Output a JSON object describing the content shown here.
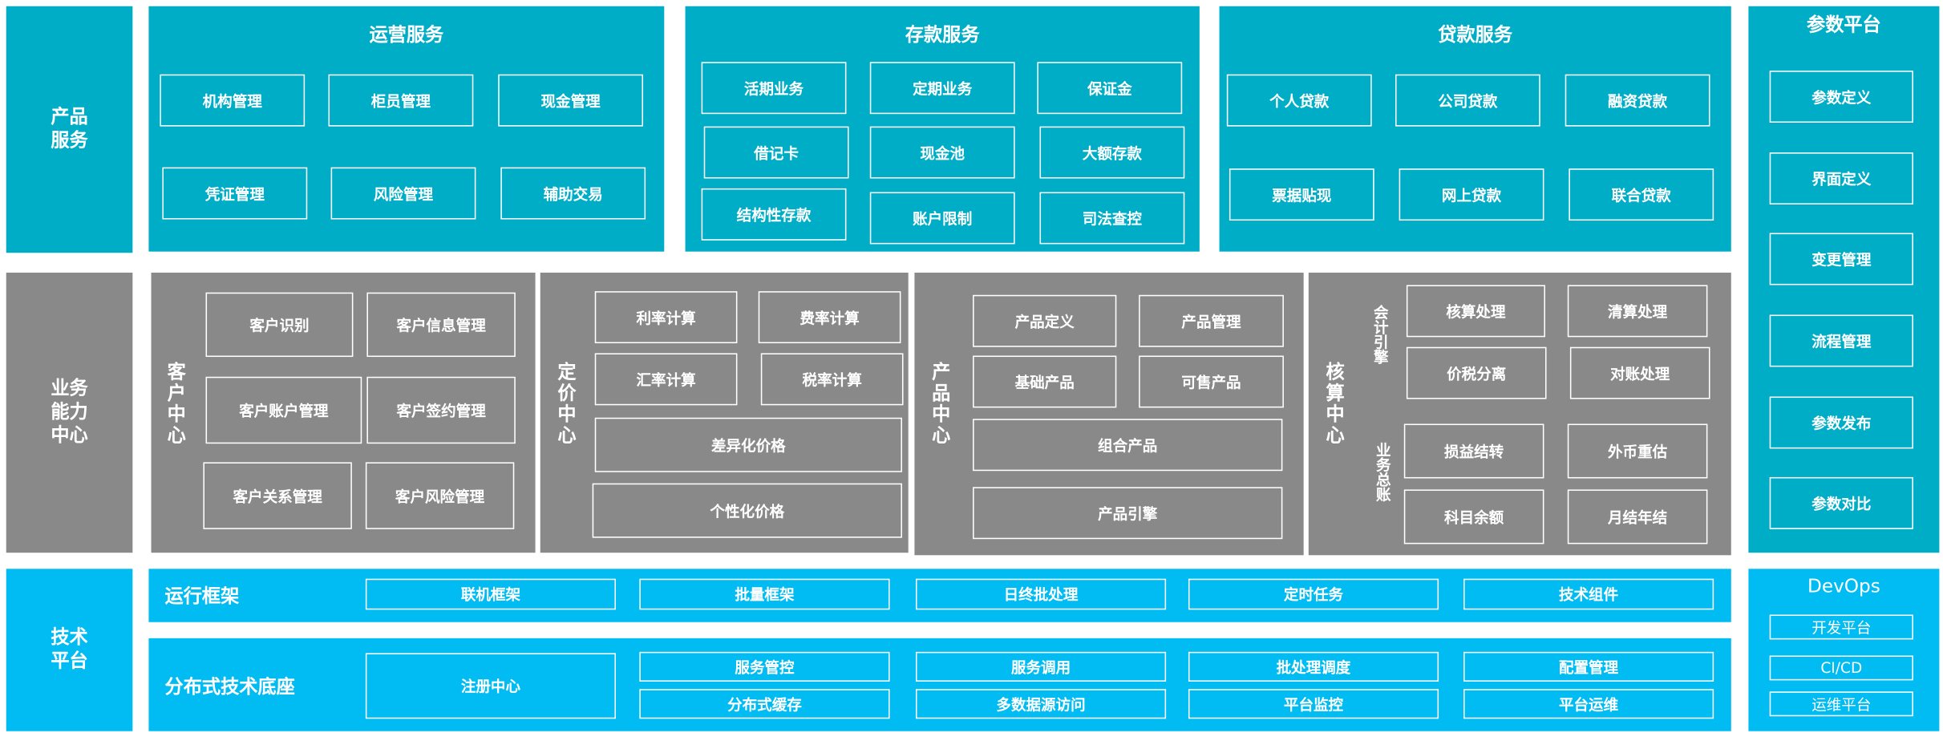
{
  "colors": {
    "product": "#00adc7",
    "business": "#898989",
    "tech": "#00bcf2",
    "border": "#ffffff"
  },
  "rows": {
    "product": "产品\n服务",
    "business": "业务\n能力\n中心",
    "tech": "技术\n平台"
  },
  "product": {
    "ops": {
      "title": "运营服务",
      "items": [
        "机构管理",
        "柜员管理",
        "现金管理",
        "凭证管理",
        "风险管理",
        "辅助交易"
      ]
    },
    "deposit": {
      "title": "存款服务",
      "items": [
        "活期业务",
        "定期业务",
        "保证金",
        "借记卡",
        "现金池",
        "大额存款",
        "结构性存款",
        "账户限制",
        "司法查控"
      ]
    },
    "loan": {
      "title": "贷款服务",
      "items": [
        "个人贷款",
        "公司贷款",
        "融资贷款",
        "票据贴现",
        "网上贷款",
        "联合贷款"
      ]
    }
  },
  "param": {
    "title": "参数平台",
    "items": [
      "参数定义",
      "界面定义",
      "变更管理",
      "流程管理",
      "参数发布",
      "参数对比"
    ]
  },
  "business": {
    "customer": {
      "title": "客户中心",
      "items": [
        "客户识别",
        "客户信息管理",
        "客户账户管理",
        "客户签约管理",
        "客户关系管理",
        "客户风险管理"
      ]
    },
    "pricing": {
      "title": "定价中心",
      "items": [
        "利率计算",
        "费率计算",
        "汇率计算",
        "税率计算",
        "差异化价格",
        "个性化价格"
      ]
    },
    "productc": {
      "title": "产品中心",
      "items": [
        "产品定义",
        "产品管理",
        "基础产品",
        "可售产品",
        "组合产品",
        "产品引擎"
      ]
    },
    "accounting": {
      "title": "核算中心",
      "engine": "会计引擎",
      "ledger": "业务总账",
      "items": [
        "核算处理",
        "清算处理",
        "价税分离",
        "对账处理",
        "损益结转",
        "外币重估",
        "科目余额",
        "月结年结"
      ]
    }
  },
  "tech": {
    "runtime": {
      "title": "运行框架",
      "items": [
        "联机框架",
        "批量框架",
        "日终批处理",
        "定时任务",
        "技术组件"
      ]
    },
    "distributed": {
      "title": "分布式技术底座",
      "items": [
        "注册中心",
        "服务管控",
        "服务调用",
        "批处理调度",
        "配置管理",
        "分布式缓存",
        "多数据源访问",
        "平台监控",
        "平台运维"
      ]
    }
  },
  "devops": {
    "title": "DevOps",
    "items": [
      "开发平台",
      "CI/CD",
      "运维平台"
    ]
  }
}
